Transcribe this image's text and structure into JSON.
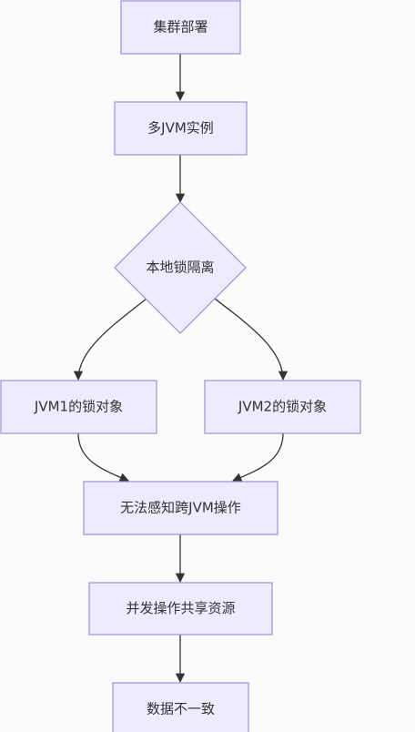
{
  "nodes": {
    "cluster_deploy": "集群部署",
    "multi_jvm": "多JVM实例",
    "local_lock": "本地锁隔离",
    "jvm1_lock": "JVM1的锁对象",
    "jvm2_lock": "JVM2的锁对象",
    "no_cross_jvm": "无法感知跨JVM操作",
    "concurrent_op": "并发操作共享资源",
    "inconsistent": "数据不一致"
  }
}
